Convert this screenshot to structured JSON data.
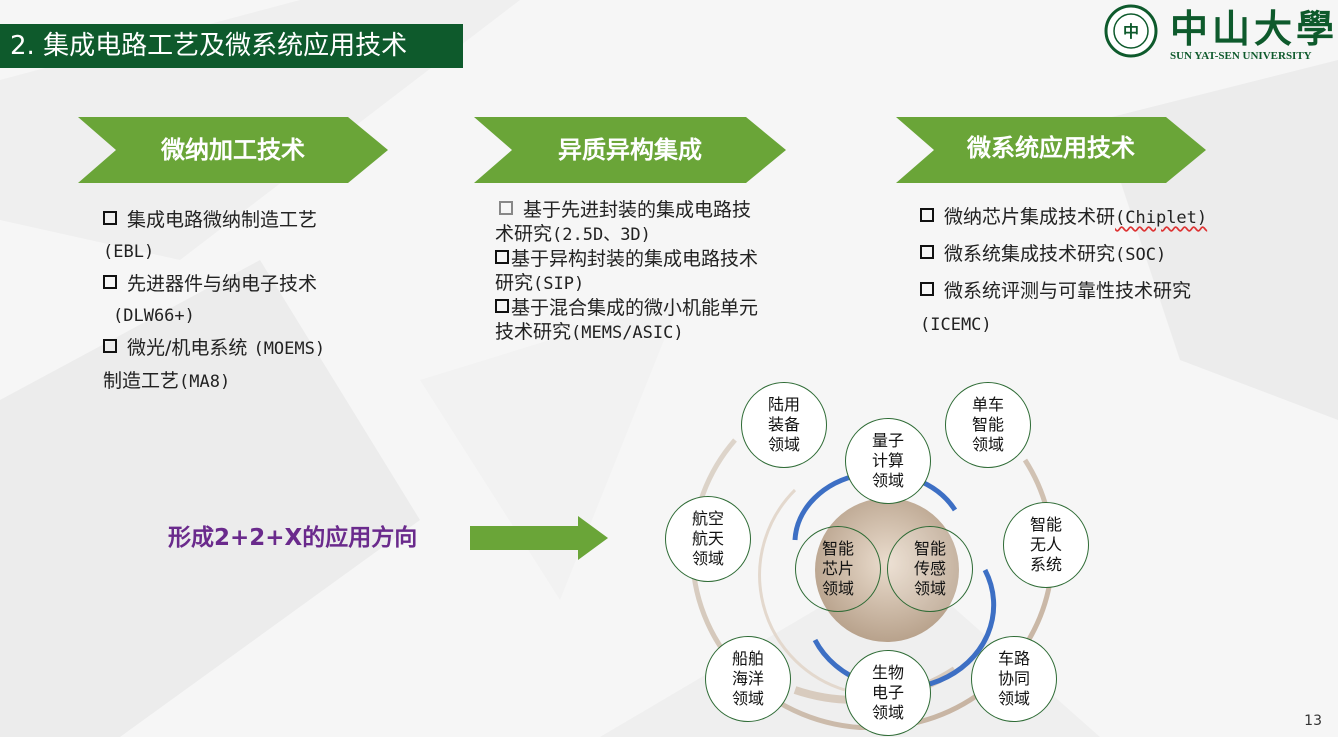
{
  "header": {
    "title": "2. 集成电路工艺及微系统应用技术",
    "logo_cn": "中山大學",
    "logo_en": "SUN YAT-SEN UNIVERSITY"
  },
  "columns": [
    {
      "heading": "微纳加工技术",
      "items": [
        {
          "text": "集成电路微纳制造工艺",
          "code": "(EBL)"
        },
        {
          "text": "先进器件与纳电子技术",
          "code": "(DLW66+)"
        },
        {
          "text": "微光/机电系统",
          "code_inline": "(MOEMS)",
          "cont": "制造工艺",
          "code": "(MA8)"
        }
      ]
    },
    {
      "heading": "异质异构集成",
      "items": [
        {
          "line1": "基于先进封装的集成电路技",
          "line2a": "术研究",
          "line2b": "(2.5D、3D)"
        },
        {
          "line1": "基于异构封装的集成电路技术",
          "line2a": "研究",
          "line2b": "(SIP)"
        },
        {
          "line1": "基于混合集成的微小机能单元",
          "line2a": "技术研究",
          "line2b": "(MEMS/ASIC)"
        }
      ]
    },
    {
      "heading": "微系统应用技术",
      "items": [
        {
          "text": "微纳芯片集成技术研",
          "code": "(Chiplet)"
        },
        {
          "text": "微系统集成技术研究",
          "code": "(SOC)"
        },
        {
          "text": "微系统评测与可靠性技术研究",
          "code": "(ICEMC)"
        }
      ]
    }
  ],
  "conclusion": "形成2+2+X的应用方向",
  "diagram": {
    "inner": [
      "智能芯片领域",
      "智能传感领域"
    ],
    "middle": [
      "量子计算领域",
      "生物电子领域"
    ],
    "outer": [
      "陆用装备领域",
      "单车智能领域",
      "航空航天领域",
      "智能无人系统",
      "船舶海洋领域",
      "车路协同领域"
    ]
  },
  "page_number": "13",
  "colors": {
    "title_bg": "#0e5a2c",
    "chevron": "#6aa538",
    "conclusion": "#6a2a8c",
    "bubble_border": "#2e6b35"
  }
}
